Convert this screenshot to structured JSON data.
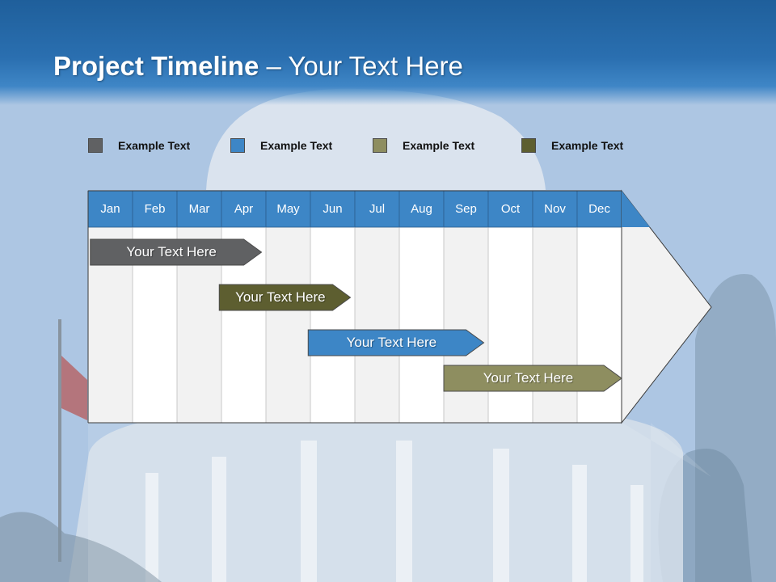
{
  "slide": {
    "title_bold": "Project Timeline",
    "title_rest": " – Your Text Here"
  },
  "legend": [
    {
      "label": "Example Text",
      "color": "#606163"
    },
    {
      "label": "Example Text",
      "color": "#3d86c6"
    },
    {
      "label": "Example Text",
      "color": "#8e8e60"
    },
    {
      "label": "Example Text",
      "color": "#5d5e30"
    }
  ],
  "timeline": {
    "months": [
      "Jan",
      "Feb",
      "Mar",
      "Apr",
      "May",
      "Jun",
      "Jul",
      "Aug",
      "Sep",
      "Oct",
      "Nov",
      "Dec"
    ],
    "header_color": "#3d86c6",
    "tasks": [
      {
        "label": "Your  Text Here",
        "start_month": 0.05,
        "end_month": 3.9,
        "color": "#606163"
      },
      {
        "label": "Your  Text Here",
        "start_month": 2.95,
        "end_month": 5.9,
        "color": "#5d5e30"
      },
      {
        "label": "Your  Text Here",
        "start_month": 4.95,
        "end_month": 8.9,
        "color": "#3d86c6"
      },
      {
        "label": "Your  Text Here",
        "start_month": 8.0,
        "end_month": 12.0,
        "color": "#8e8e60"
      }
    ]
  }
}
